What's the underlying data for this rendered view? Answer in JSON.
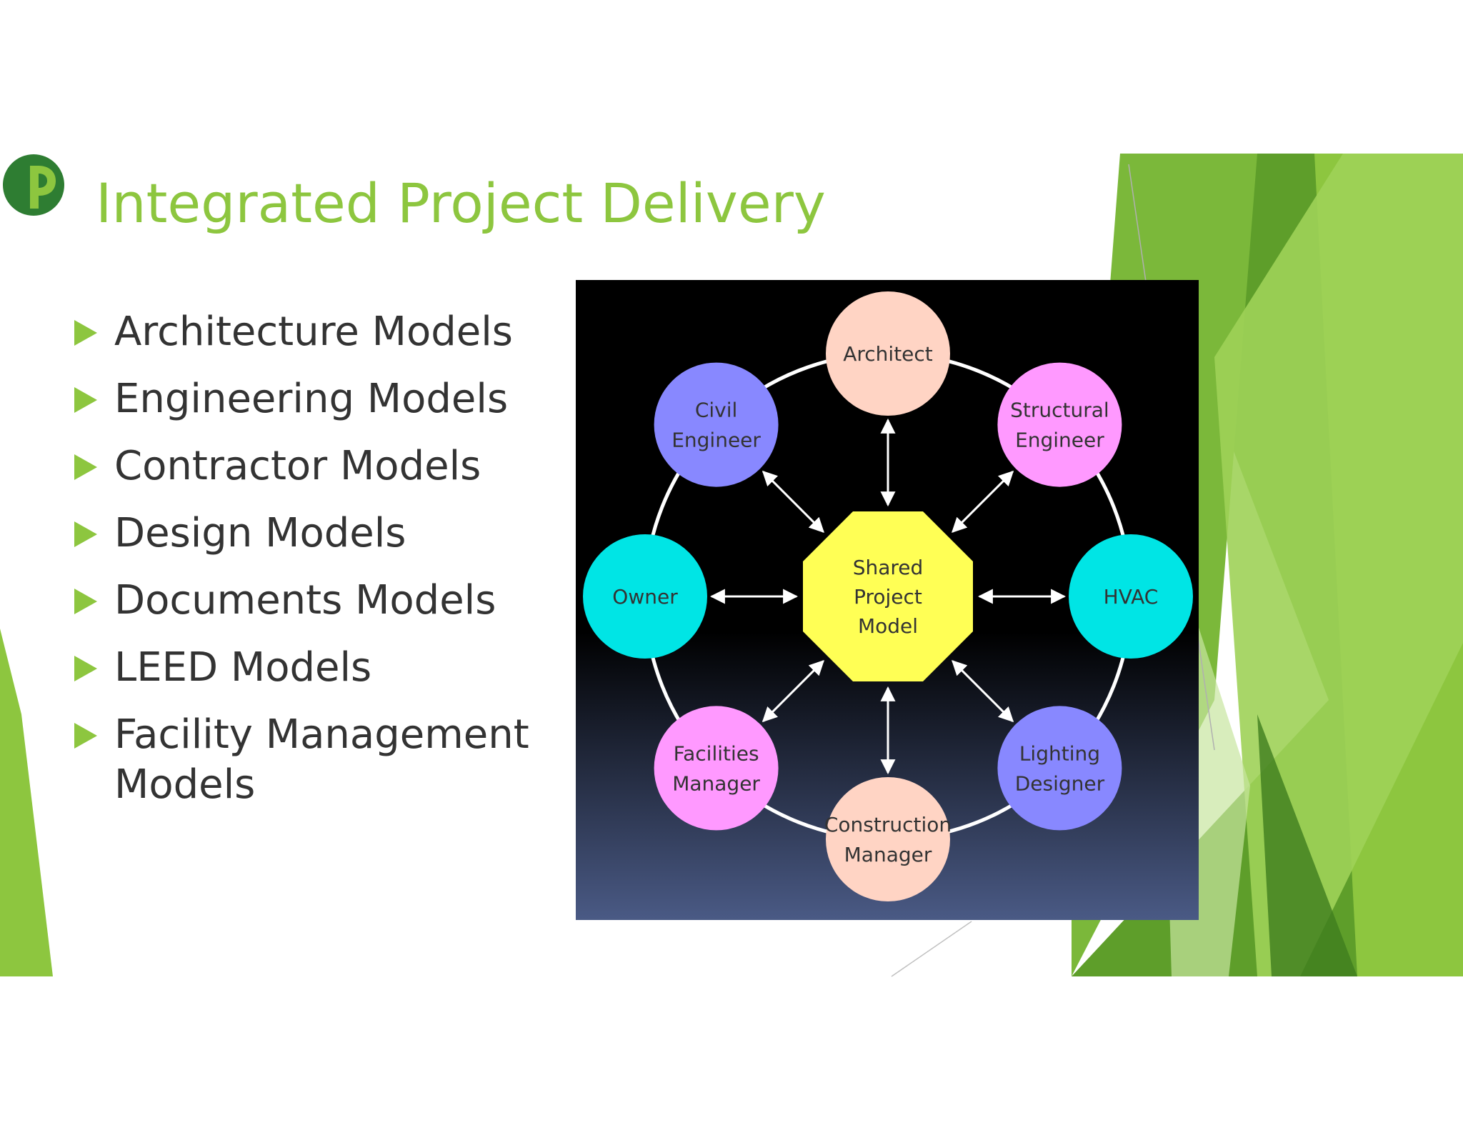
{
  "slide": {
    "title": "Integrated Project Delivery",
    "bullets": [
      "Architecture Models",
      "Engineering Models",
      "Contractor Models",
      "Design Models",
      "Documents Models",
      "LEED Models",
      "Facility Management Models"
    ]
  },
  "diagram": {
    "center": {
      "lines": [
        "Shared",
        "Project",
        "Model"
      ],
      "color": "#ffff55"
    },
    "nodes": [
      {
        "key": "architect",
        "lines": [
          "Architect"
        ],
        "color": "#ffd4c4"
      },
      {
        "key": "structural-engineer",
        "lines": [
          "Structural",
          "Engineer"
        ],
        "color": "#ff99ff"
      },
      {
        "key": "hvac",
        "lines": [
          "HVAC"
        ],
        "color": "#00e5e5"
      },
      {
        "key": "lighting-designer",
        "lines": [
          "Lighting",
          "Designer"
        ],
        "color": "#8888ff"
      },
      {
        "key": "construction-manager",
        "lines": [
          "Construction",
          "Manager"
        ],
        "color": "#ffd4c4"
      },
      {
        "key": "facilities-manager",
        "lines": [
          "Facilities",
          "Manager"
        ],
        "color": "#ff99ff"
      },
      {
        "key": "owner",
        "lines": [
          "Owner"
        ],
        "color": "#00e5e5"
      },
      {
        "key": "civil-engineer",
        "lines": [
          "Civil",
          "Engineer"
        ],
        "color": "#8888ff"
      }
    ]
  },
  "colors": {
    "accent": "#8dc63f",
    "dark_green": "#2e7d32",
    "diagram_bg_top": "#000000",
    "diagram_bg_bottom": "#4a5a85"
  }
}
